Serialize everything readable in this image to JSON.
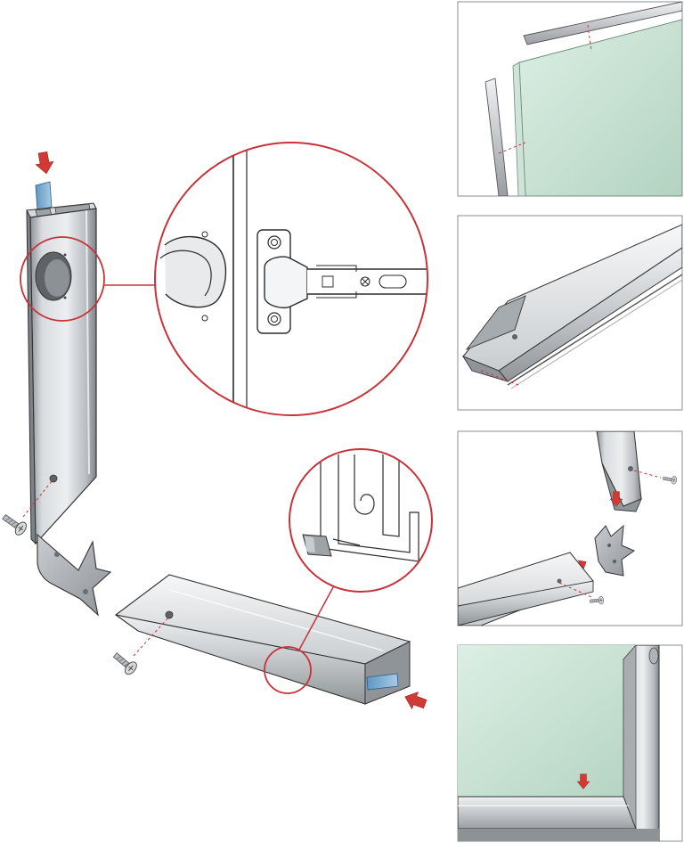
{
  "colors": {
    "background": "#ffffff",
    "callout_red": "#c8323a",
    "arrow_red": "#d23a36",
    "aluminium_light": "#e4e6e8",
    "aluminium_mid": "#b9bdc1",
    "aluminium_dark": "#8d9296",
    "glass_green": "#cfe6d9",
    "glass_green_dark": "#b7d6c4",
    "connector_blue": "#7fb0d4",
    "panel_border": "#8a8f94",
    "line_dark": "#2b2b2b"
  },
  "icons": {
    "arrow": "down-arrow-icon",
    "screw": "screw-icon",
    "hinge": "hinge-icon",
    "dashed_guide": "dashed-alignment-line"
  },
  "main_diagram": {
    "parts": [
      "vertical-frame-profile",
      "horizontal-frame-profile",
      "corner-bracket",
      "concealed-hinge",
      "screw",
      "connector-clip"
    ],
    "callouts": [
      "hinge-cup-detail",
      "profile-cross-section-detail"
    ]
  },
  "step_panels": [
    {
      "id": "panel-1",
      "depicts": "glass-edge-strips"
    },
    {
      "id": "panel-2",
      "depicts": "profile-end-insert"
    },
    {
      "id": "panel-3",
      "depicts": "corner-assembly"
    },
    {
      "id": "panel-4",
      "depicts": "finished-frame-corner"
    }
  ]
}
